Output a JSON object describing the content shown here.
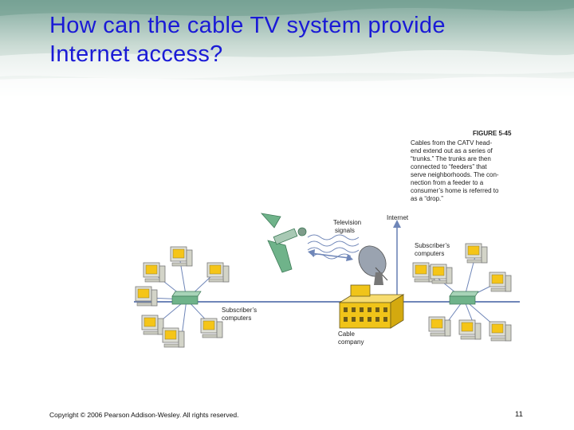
{
  "slide": {
    "title_line1": "How can the cable TV system provide",
    "title_line2": "Internet access?",
    "copyright": "Copyright © 2006 Pearson Addison-Wesley. All rights reserved.",
    "page_number": "11"
  },
  "figure": {
    "number": "FIGURE 5-45",
    "caption_lines": [
      "Cables from the CATV head-",
      "end extend out as a series of",
      "“trunks.” The trunks are then",
      "connected to “feeders” that",
      "serve neighborhoods. The con-",
      "nection from a feeder to a",
      "consumer’s home is referred to",
      "as a “drop.”"
    ],
    "labels": {
      "television_signals_1": "Television",
      "television_signals_2": "signals",
      "internet": "Internet",
      "subscribers_right_1": "Subscriber’s",
      "subscribers_right_2": "computers",
      "subscribers_left_1": "Subscriber’s",
      "subscribers_left_2": "computers",
      "cable_company_1": "Cable",
      "cable_company_2": "company"
    }
  },
  "colors": {
    "title": "#1a1ad6",
    "cable": "#6f86b8",
    "hub": "#6fb38a",
    "building": "#f0c419",
    "monitor": "#dfe0d6",
    "screen": "#f5c518"
  }
}
